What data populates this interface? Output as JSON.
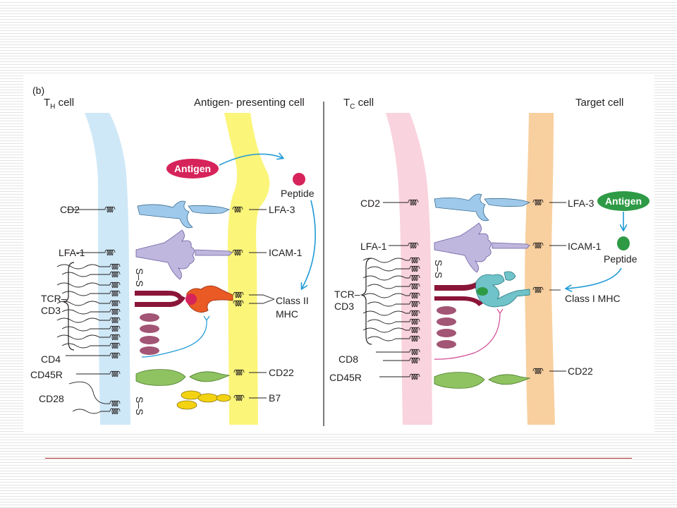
{
  "panel_label": "(b)",
  "left_panel": {
    "t_cell": {
      "main": "T",
      "sub": "H",
      "rest": " cell"
    },
    "apc_title": "Antigen- presenting cell",
    "antigen": "Antigen",
    "peptide": "Peptide",
    "left_labels": {
      "cd2": "CD2",
      "lfa1": "LFA-1",
      "tcr1": "TCR–",
      "tcr2": "CD3",
      "cd4": "CD4",
      "cd45r": "CD45R",
      "cd28": "CD28"
    },
    "right_labels": {
      "lfa3": "LFA-3",
      "icam1": "ICAM-1",
      "class2a": "Class II",
      "class2b": "MHC",
      "cd22": "CD22",
      "b7": "B7"
    },
    "ss": "S–S"
  },
  "right_panel": {
    "t_cell": {
      "main": "T",
      "sub": "C",
      "rest": " cell"
    },
    "target_title": "Target cell",
    "antigen": "Antigen",
    "peptide": "Peptide",
    "left_labels": {
      "cd2": "CD2",
      "lfa1": "LFA-1",
      "tcr1": "TCR–",
      "tcr2": "CD3",
      "cd8": "CD8",
      "cd45r": "CD45R"
    },
    "right_labels": {
      "lfa3": "LFA-3",
      "icam1": "ICAM-1",
      "class1": "Class I MHC",
      "cd22": "CD22"
    },
    "ss": "S–S"
  },
  "colors": {
    "th_membrane": "#cfe8f7",
    "apc_membrane": "#fbf57a",
    "tc_membrane": "#f9d3de",
    "target_membrane": "#f8cf9e",
    "antigen_left": "#d6245a",
    "antigen_right": "#2f9a46",
    "arrow": "#1f9ad6",
    "footer_rule": "#b22222"
  }
}
